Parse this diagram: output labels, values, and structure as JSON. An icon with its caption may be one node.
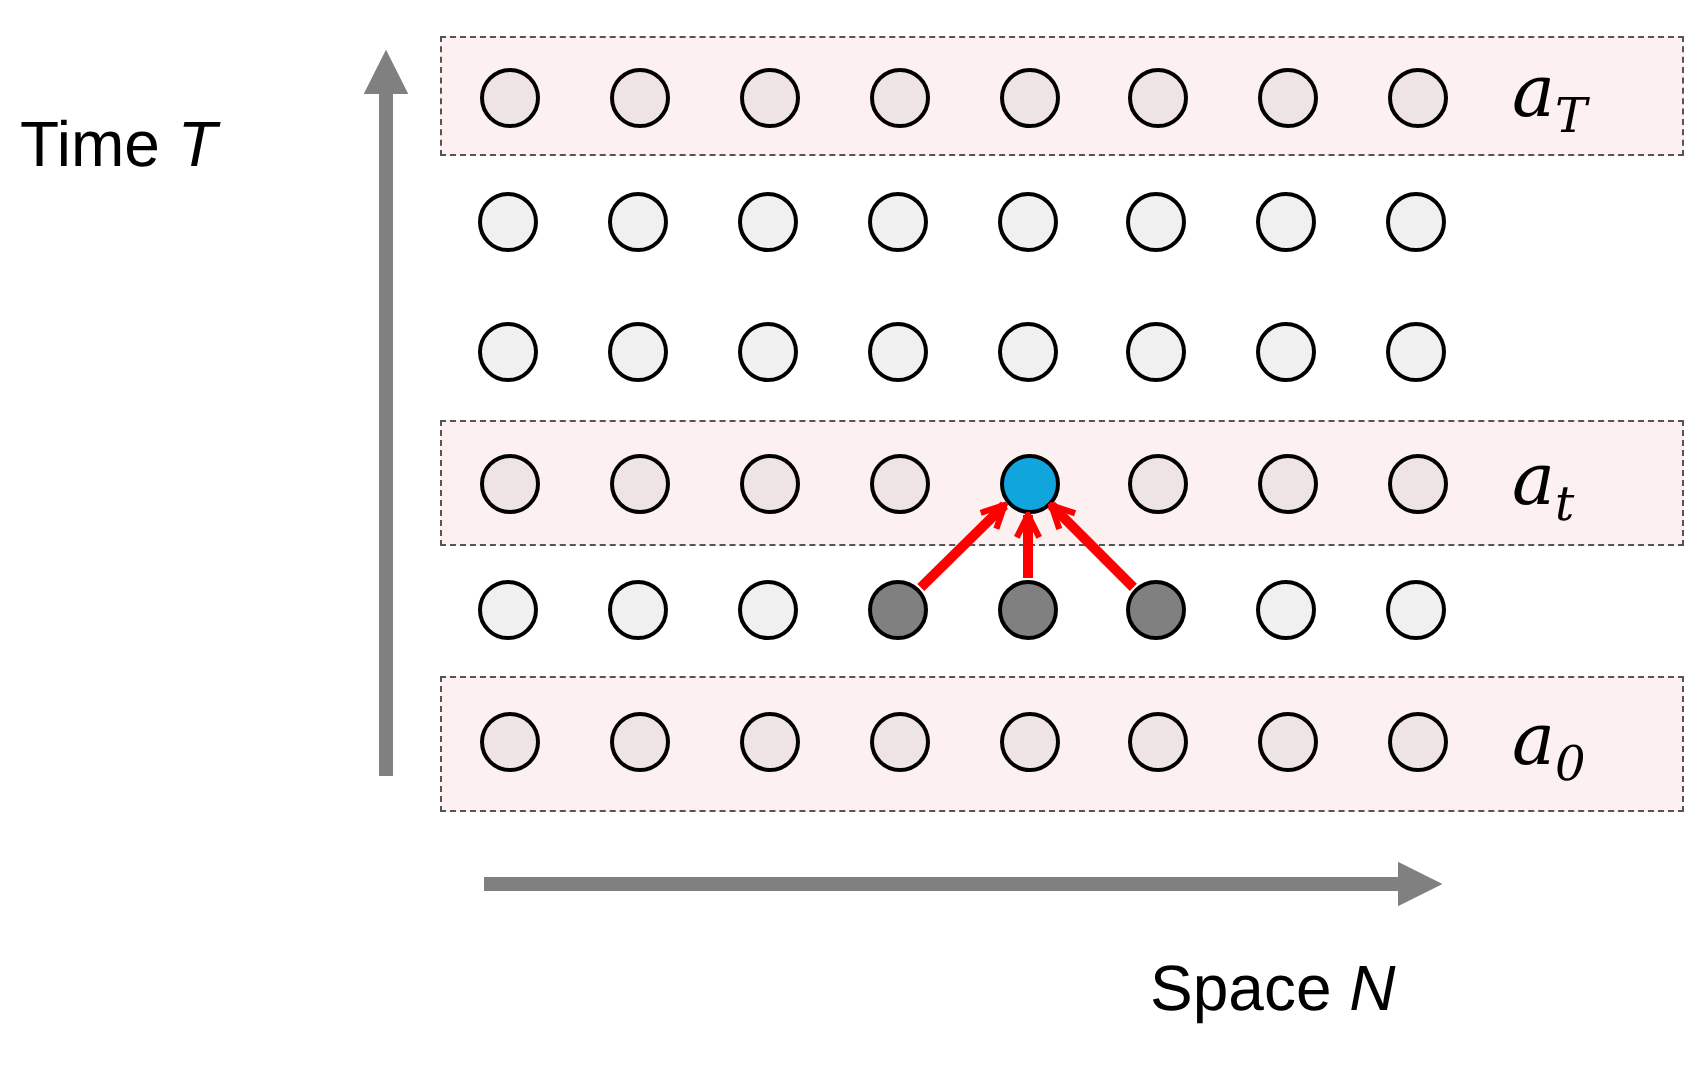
{
  "diagram": {
    "nodes": [
      {
        "text": [
          "*a*$_{T}$"
        ]
      },
      {
        "text": [],
        "shape": "circle",
        "in": 0
      },
      {
        "text": [],
        "shape": "circle",
        "in": 0
      },
      {
        "text": [],
        "shape": "circle",
        "in": 0
      },
      {
        "text": [],
        "shape": "circle",
        "in": 0
      },
      {
        "text": [],
        "shape": "circle",
        "in": 0
      },
      {
        "text": [],
        "shape": "circle",
        "in": 0
      },
      {
        "text": [],
        "shape": "circle",
        "in": 0
      },
      {
        "text": [],
        "shape": "circle",
        "in": 0
      },
      {
        "text": [],
        "shape": "circle"
      },
      {
        "text": [],
        "shape": "circle"
      },
      {
        "text": [],
        "shape": "circle"
      },
      {
        "text": [],
        "shape": "circle"
      },
      {
        "text": [],
        "shape": "circle"
      },
      {
        "text": [],
        "shape": "circle"
      },
      {
        "text": [],
        "shape": "circle"
      },
      {
        "text": [],
        "shape": "circle"
      },
      {
        "text": [],
        "shape": "circle"
      },
      {
        "text": [],
        "shape": "circle"
      },
      {
        "text": [],
        "shape": "circle"
      },
      {
        "text": [],
        "shape": "circle"
      },
      {
        "text": [],
        "shape": "circle"
      },
      {
        "text": [],
        "shape": "circle"
      },
      {
        "text": [],
        "shape": "circle"
      },
      {
        "text": [],
        "shape": "circle"
      },
      {
        "text": [
          "*a*$_{t}$"
        ]
      },
      {
        "text": [],
        "shape": "circle",
        "in": 25
      },
      {
        "text": [],
        "shape": "circle",
        "in": 25
      },
      {
        "text": [],
        "shape": "circle",
        "in": 25
      },
      {
        "text": [],
        "shape": "circle",
        "in": 25
      },
      {
        "text": [],
        "shape": "circle",
        "in": 25
      },
      {
        "text": [],
        "shape": "circle",
        "in": 25
      },
      {
        "text": [],
        "shape": "circle",
        "in": 25
      },
      {
        "text": [],
        "shape": "circle",
        "in": 25
      },
      {
        "text": [],
        "shape": "circle"
      },
      {
        "text": [],
        "shape": "circle"
      },
      {
        "text": [],
        "shape": "circle"
      },
      {
        "text": [],
        "shape": "circle"
      },
      {
        "text": [],
        "shape": "circle"
      },
      {
        "text": [],
        "shape": "circle"
      },
      {
        "text": [],
        "shape": "circle"
      },
      {
        "text": [],
        "shape": "circle"
      },
      {
        "text": [
          "*a*$_{0}$"
        ]
      },
      {
        "text": [],
        "shape": "circle",
        "in": 42
      },
      {
        "text": [],
        "shape": "circle",
        "in": 42
      },
      {
        "text": [],
        "shape": "circle",
        "in": 42
      },
      {
        "text": [],
        "shape": "circle",
        "in": 42
      },
      {
        "text": [],
        "shape": "circle",
        "in": 42
      },
      {
        "text": [],
        "shape": "circle",
        "in": 42
      },
      {
        "text": [],
        "shape": "circle",
        "in": 42
      },
      {
        "text": [],
        "shape": "circle",
        "in": 42
      }
    ],
    "edges": [
      {
        "from": 37,
        "to": 30,
        "arrow": "to"
      },
      {
        "from": 38,
        "to": 30,
        "arrow": "to"
      },
      {
        "from": 39,
        "to": 30,
        "arrow": "to"
      }
    ],
    "labels": [
      "Time *T*",
      "Space *N*"
    ]
  }
}
